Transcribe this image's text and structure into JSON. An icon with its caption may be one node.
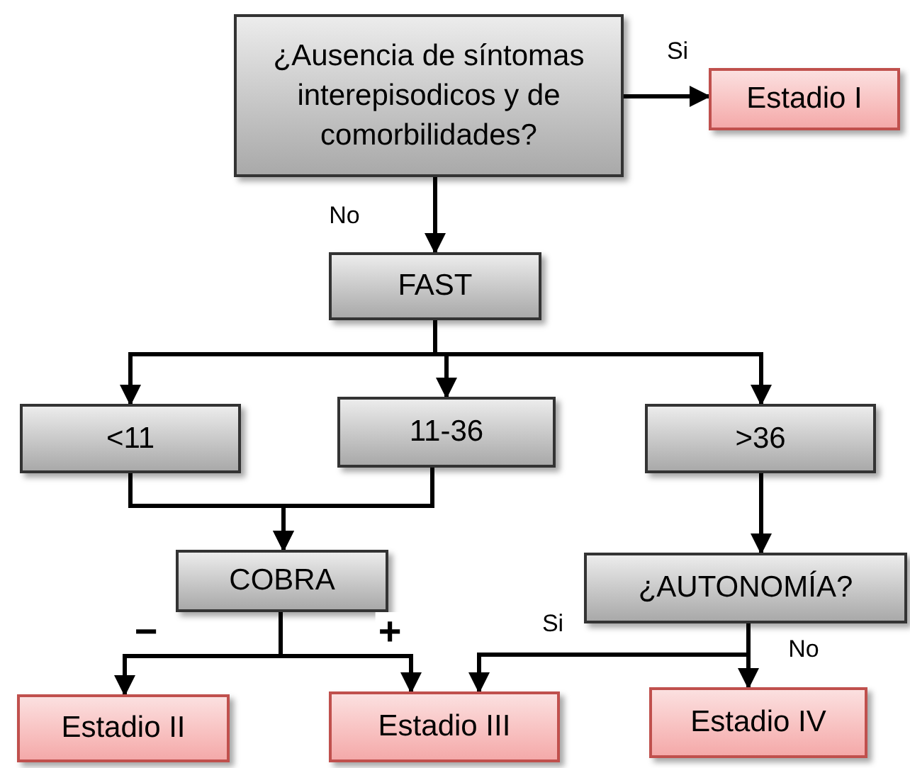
{
  "diagram": {
    "nodes": [
      {
        "text": [
          "¿Ausencia de síntomas interepisodicos y de comorbilidades?"
        ]
      },
      {
        "text": [
          "Estadio I"
        ]
      },
      {
        "text": [
          "FAST"
        ]
      },
      {
        "text": [
          "<11"
        ]
      },
      {
        "text": [
          "11-36"
        ]
      },
      {
        "text": [
          ">36"
        ]
      },
      {
        "text": [
          "COBRA"
        ]
      },
      {
        "text": [
          "¿AUTONOMÍA?"
        ]
      },
      {
        "text": [
          "Estadio II"
        ]
      },
      {
        "text": [
          "Estadio III"
        ]
      },
      {
        "text": [
          "Estadio IV"
        ]
      }
    ],
    "edges": [
      {
        "from": 0,
        "to": 1,
        "arrow": "to",
        "label": "Si"
      },
      {
        "from": 0,
        "to": 2,
        "arrow": "to",
        "label": "No"
      },
      {
        "from": 2,
        "to": 3,
        "arrow": "to"
      },
      {
        "from": 2,
        "to": 4,
        "arrow": "to"
      },
      {
        "from": 2,
        "to": 5,
        "arrow": "to"
      },
      {
        "from": 3,
        "to": 6,
        "arrow": "to"
      },
      {
        "from": 4,
        "to": 6,
        "arrow": "to"
      },
      {
        "from": 5,
        "to": 7,
        "arrow": "to"
      },
      {
        "from": 6,
        "to": 8,
        "arrow": "to",
        "label": "−"
      },
      {
        "from": 6,
        "to": 9,
        "arrow": "to",
        "label": "+"
      },
      {
        "from": 7,
        "to": 9,
        "arrow": "to",
        "label": "Si"
      },
      {
        "from": 7,
        "to": 10,
        "arrow": "to",
        "label": "No"
      }
    ]
  }
}
